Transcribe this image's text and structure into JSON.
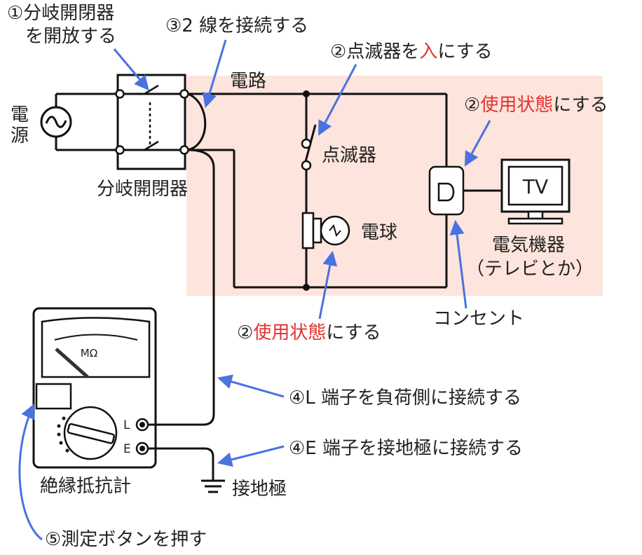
{
  "labels": {
    "source_line1": "電",
    "source_line2": "源",
    "breaker_name": "分岐開閉器",
    "circuit": "電路",
    "flasher": "点滅器",
    "bulb": "電球",
    "appliance_line1": "電気機器",
    "appliance_line2": "（テレビとか）",
    "tv": "TV",
    "outlet": "コンセント",
    "tester_name": "絶縁抵抗計",
    "meter_unit": "MΩ",
    "terminal_l": "L",
    "terminal_e": "E",
    "ground": "接地極"
  },
  "steps": {
    "s1_line1": "①分岐開閉器",
    "s1_line2": "を開放する",
    "s3": "③2 線を接続する",
    "s2_flasher_a": "②点滅器を",
    "s2_flasher_b": "入",
    "s2_flasher_c": "にする",
    "s2_use_a": "②",
    "s2_use_b": "使用状態",
    "s2_use_c": "にする",
    "s4_l": "④L 端子を負荷側に接続する",
    "s4_e": "④E 端子を接地極に接続する",
    "s5": "⑤測定ボタンを押す"
  },
  "colors": {
    "arrow": "#4a72e0",
    "highlight": "#fde4dc",
    "emphasis": "#e53030",
    "line": "#111111"
  }
}
